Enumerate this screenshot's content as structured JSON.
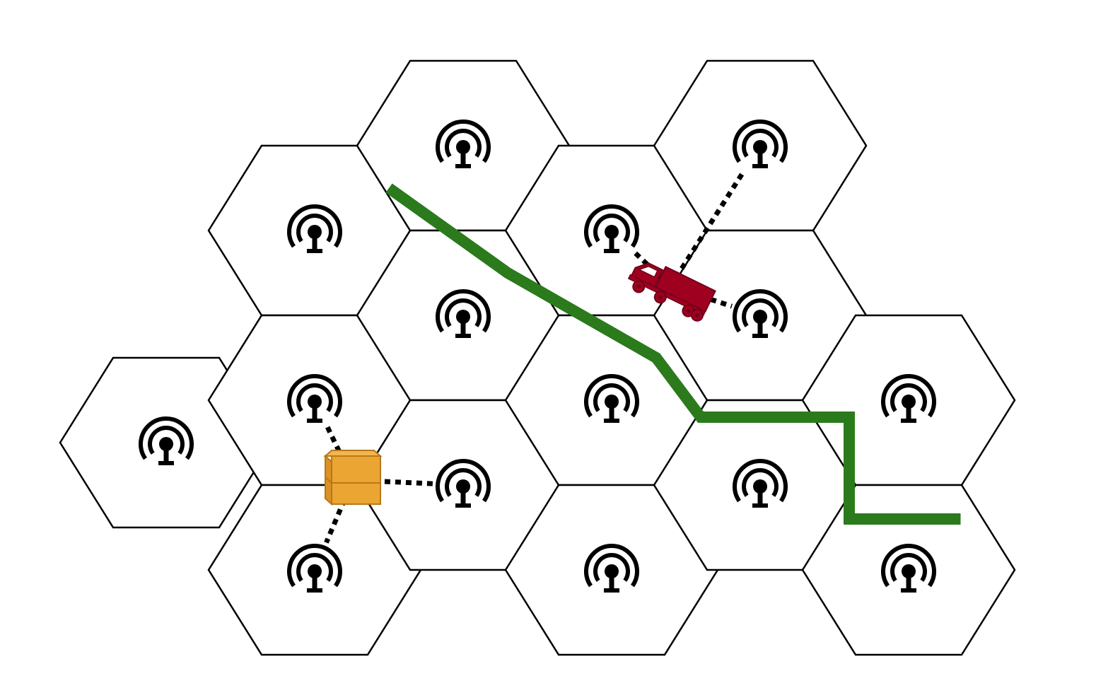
{
  "colors": {
    "background": "#ffffff",
    "cell_stroke": "#000000",
    "antenna": "#000000",
    "route": "#2b7a1c",
    "truck": "#a00020",
    "truck_outline": "#70001a",
    "package": "#eba533",
    "package_outline": "#b87819",
    "link": "#000000"
  },
  "icons": {
    "cell": "hexagon-cell",
    "tower": "antenna-tower-icon",
    "vehicle": "truck-icon",
    "asset": "package-box-icon"
  },
  "cells": [
    {
      "id": "cell-1",
      "col": 0,
      "row": 4.5
    },
    {
      "id": "cell-2",
      "col": 1,
      "row": 2
    },
    {
      "id": "cell-3",
      "col": 1,
      "row": 4
    },
    {
      "id": "cell-4",
      "col": 1,
      "row": 6
    },
    {
      "id": "cell-5",
      "col": 2,
      "row": 1
    },
    {
      "id": "cell-6",
      "col": 2,
      "row": 3
    },
    {
      "id": "cell-7",
      "col": 2,
      "row": 5
    },
    {
      "id": "cell-8",
      "col": 3,
      "row": 2
    },
    {
      "id": "cell-9",
      "col": 3,
      "row": 4
    },
    {
      "id": "cell-10",
      "col": 3,
      "row": 6
    },
    {
      "id": "cell-11",
      "col": 4,
      "row": 1
    },
    {
      "id": "cell-12",
      "col": 4,
      "row": 3
    },
    {
      "id": "cell-13",
      "col": 4,
      "row": 5
    },
    {
      "id": "cell-14",
      "col": 5,
      "row": 4
    },
    {
      "id": "cell-15",
      "col": 5,
      "row": 6
    }
  ],
  "route": {
    "waypoints": [
      {
        "col": 1.5,
        "row": 1.5
      },
      {
        "col": 2.3,
        "row": 2.5
      },
      {
        "col": 3.3,
        "row": 3.5
      },
      {
        "col": 3.6,
        "row": 4.2
      },
      {
        "col": 4.6,
        "row": 4.2
      },
      {
        "col": 4.6,
        "row": 5.4
      },
      {
        "col": 5.35,
        "row": 5.4
      }
    ]
  },
  "truck": {
    "connected_cells": [
      "cell-8",
      "cell-11",
      "cell-12"
    ]
  },
  "package": {
    "connected_cells": [
      "cell-3",
      "cell-4",
      "cell-7"
    ]
  }
}
